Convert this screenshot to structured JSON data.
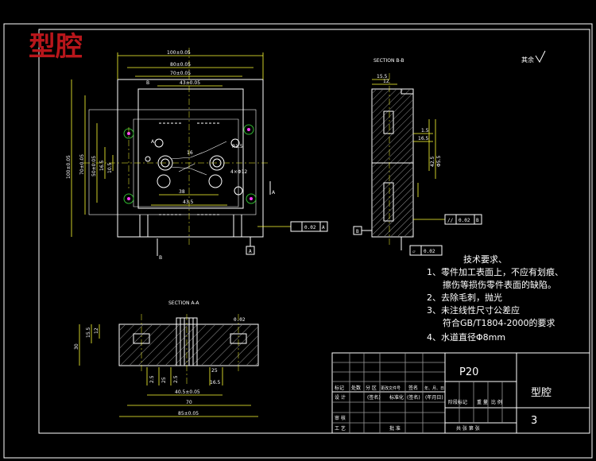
{
  "title": "型腔",
  "section_labels": {
    "bb": "SECTION  B-B",
    "aa": "SECTION  A-A"
  },
  "surface_mark": "其余",
  "cut_markers": {
    "a": "A",
    "b": "B"
  },
  "top_view_dims": {
    "w1": "100±0.05",
    "w2": "80±0.05",
    "w3": "70±0.05",
    "w4": "43±0.05",
    "h1": "100±0.05",
    "h2": "70±0.05",
    "h3": "50±0.05",
    "h4": "16.5",
    "h5": "10.5",
    "d1": "16",
    "d2": "38",
    "d3": "43.5",
    "d4": "R1.5",
    "d5": "4×Φ12"
  },
  "bb_dims": {
    "top1": "15.5",
    "top2": "12",
    "r1": "1.5",
    "r2": "16.5",
    "r3": "42.5",
    "r4": "Φ5.5"
  },
  "aa_dims": {
    "left1": "30",
    "left2": "15.5",
    "left3": "12",
    "b1": "2.5",
    "b2": "25",
    "b3": "2.5",
    "b4": "16.5",
    "b5": "40.5±0.05",
    "b6": "70",
    "b7": "85±0.05",
    "b8": "25",
    "top": "0.02"
  },
  "tolerances": {
    "flat": "0.02",
    "flat_ref": "A",
    "parallel": "0.02",
    "parallel_ref": "B",
    "flatness2": "0.02"
  },
  "datum_a": "A",
  "datum_b": "B",
  "requirements": {
    "heading": "技术要求、",
    "items": [
      "1、零件加工表面上，不应有划痕、",
      "擦伤等损伤零件表面的缺陷。",
      "2、去除毛刺，抛光",
      "3、未注线性尺寸公差应",
      "符合GB/T1804-2000的要求",
      "4、水道直径Φ8mm"
    ]
  },
  "title_block": {
    "material": "P20",
    "part_name": "型腔",
    "drawing_no": "3",
    "row_labels": [
      "标记",
      "处数",
      "分 区",
      "更改文件号",
      "签名",
      "年、月、日"
    ],
    "design": "设 计",
    "standard_label": "(签名)",
    "standardize": "标准化",
    "date_label": "(年月日)",
    "stage_label": "阶段标记",
    "weight": "重 量",
    "scale": "比 例",
    "review": "审 核",
    "process": "工 艺",
    "approve": "批 准",
    "sheets": "共    张  第    张"
  }
}
